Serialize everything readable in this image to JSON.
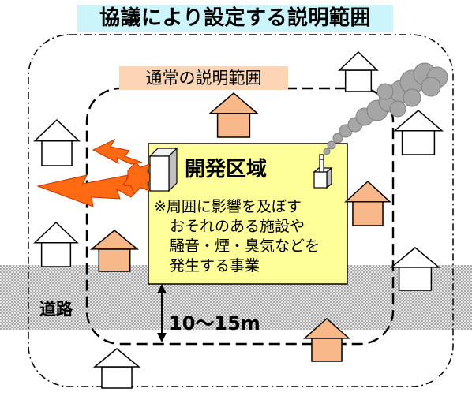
{
  "title": "協議により設定する説明範囲",
  "subtitle": "通常の説明範囲",
  "development_area": {
    "label": "開発区域",
    "note_lines": [
      "※周囲に影響を及ぼす",
      "おそれのある施設や",
      "騒音・煙・臭気などを",
      "発生する事業"
    ]
  },
  "road_label": "道路",
  "distance_label": "10〜15m",
  "colors": {
    "title_bg": "#ccf5fb",
    "subtitle_bg": "#fcd5b4",
    "development_fill": "#ffff99",
    "house_orange": "#f9b88a",
    "house_white": "#ffffff",
    "lightning": "#ff6a13",
    "smoke": "#a6a6a6",
    "road": "#cfcfcf"
  },
  "icons": [
    "house-icon",
    "lightning-icon",
    "smoke-icon",
    "factory-icon",
    "box-icon"
  ]
}
